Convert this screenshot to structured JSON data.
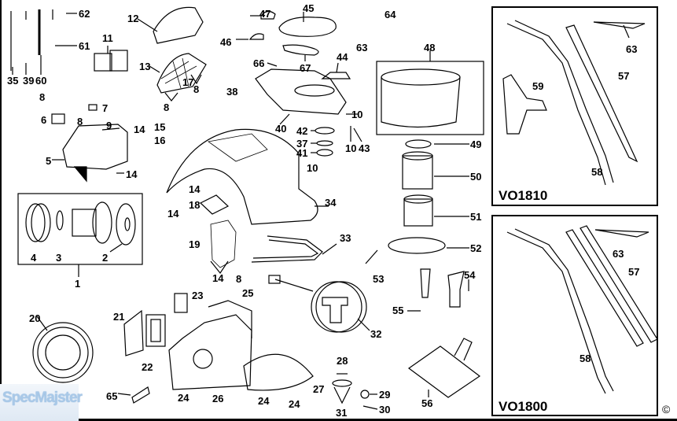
{
  "diagram": {
    "title": "Exploded parts diagram - canister vacuum cleaner",
    "watermark": "SpecMajster",
    "copyright_symbol": "©",
    "models": [
      {
        "id": "vo1810",
        "label": "VO1810"
      },
      {
        "id": "vo1800",
        "label": "VO1800"
      }
    ],
    "labels": {
      "p1": "1",
      "p2": "2",
      "p3": "3",
      "p4": "4",
      "p5": "5",
      "p6": "6",
      "p7": "7",
      "p8a": "8",
      "p8b": "8",
      "p8c": "8",
      "p8d": "8",
      "p8e": "8",
      "p9": "9",
      "p10a": "10",
      "p10b": "10",
      "p10c": "10",
      "p11": "11",
      "p12": "12",
      "p13": "13",
      "p14a": "14",
      "p14b": "14",
      "p14c": "14",
      "p14d": "14",
      "p14e": "14",
      "p15": "15",
      "p16": "16",
      "p17": "17",
      "p18": "18",
      "p19": "19",
      "p20": "20",
      "p21": "21",
      "p22": "22",
      "p23": "23",
      "p24a": "24",
      "p24b": "24",
      "p24c": "24",
      "p25": "25",
      "p26": "26",
      "p27": "27",
      "p28": "28",
      "p29": "29",
      "p30": "30",
      "p31": "31",
      "p32": "32",
      "p33": "33",
      "p34": "34",
      "p35": "35",
      "p37": "37",
      "p38": "38",
      "p39": "39",
      "p40": "40",
      "p41": "41",
      "p42": "42",
      "p43": "43",
      "p44": "44",
      "p45": "45",
      "p46": "46",
      "p47": "47",
      "p48": "48",
      "p49": "49",
      "p50": "50",
      "p51": "51",
      "p52": "52",
      "p53": "53",
      "p54": "54",
      "p55": "55",
      "p56": "56",
      "p57a": "57",
      "p57b": "57",
      "p58a": "58",
      "p58b": "58",
      "p59": "59",
      "p60": "60",
      "p61": "61",
      "p62": "62",
      "p63a": "63",
      "p63b": "63",
      "p63c": "63",
      "p64": "64",
      "p65": "65",
      "p66": "66",
      "p67": "67"
    }
  }
}
